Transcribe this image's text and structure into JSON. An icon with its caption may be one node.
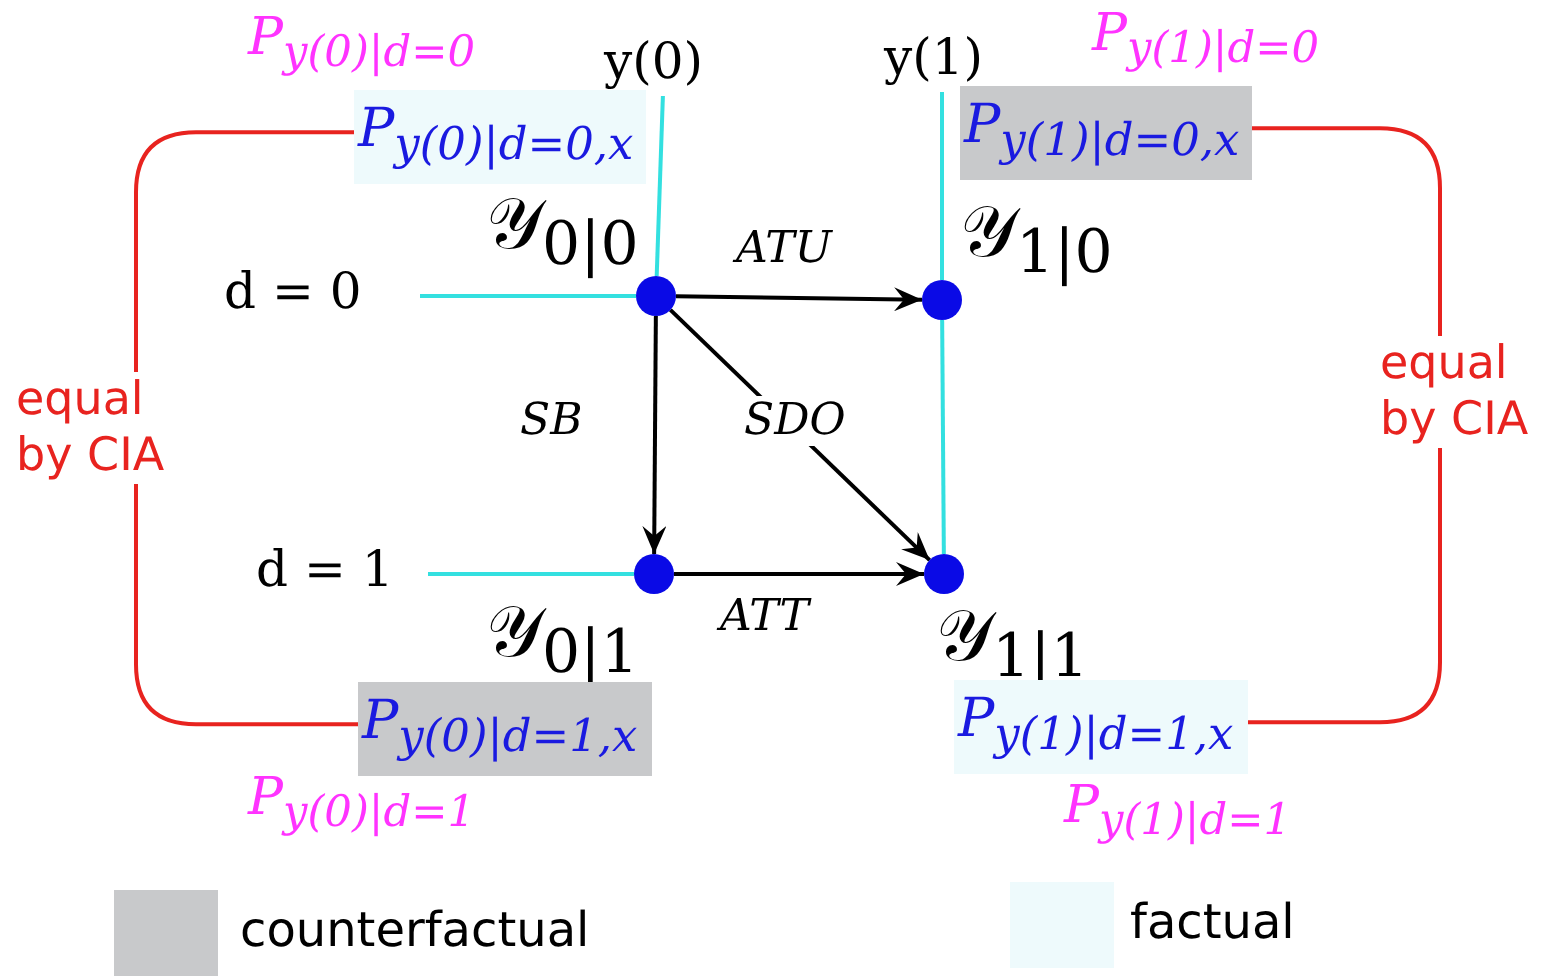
{
  "diagram": {
    "nodes": [
      {
        "text": [],
        "shape": "circle",
        "beside": [
          "𝒴$_{0|0}$"
        ]
      },
      {
        "text": [],
        "shape": "circle",
        "beside": [
          "𝒴$_{1|0}$"
        ]
      },
      {
        "text": [],
        "shape": "circle",
        "beside": [
          "𝒴$_{0|1}$"
        ]
      },
      {
        "text": [],
        "shape": "circle",
        "beside": [
          "𝒴$_{1|1}$"
        ]
      },
      {
        "text": [
          "P$_{y(0)|d=0,x}$"
        ]
      },
      {
        "text": [
          "P$_{y(1)|d=0,x}$"
        ]
      },
      {
        "text": [
          "P$_{y(0)|d=1,x}$"
        ]
      },
      {
        "text": [
          "P$_{y(1)|d=1,x}$"
        ]
      },
      {
        "text": [
          "y(0)"
        ]
      },
      {
        "text": [
          "y(1)"
        ]
      },
      {
        "text": [
          "d = 0"
        ]
      },
      {
        "text": [
          "d = 1"
        ]
      }
    ],
    "edges": [
      {
        "from": 0,
        "to": 1,
        "arrow": "to",
        "label": "ATU",
        "color": "#000000"
      },
      {
        "from": 0,
        "to": 2,
        "arrow": "to",
        "label": "SB",
        "color": "#000000"
      },
      {
        "from": 0,
        "to": 3,
        "arrow": "to",
        "label": "SDO",
        "color": "#000000"
      },
      {
        "from": 2,
        "to": 3,
        "arrow": "to",
        "label": "ATT",
        "color": "#000000"
      },
      {
        "from": 4,
        "to": 6,
        "arrow": "none",
        "label": "equal by CIA",
        "color": "#e8231f"
      },
      {
        "from": 5,
        "to": 7,
        "arrow": "none",
        "label": "equal by CIA",
        "color": "#e8231f"
      },
      {
        "from": 8,
        "to": 0,
        "arrow": "none",
        "color": "#33e0e0"
      },
      {
        "from": 9,
        "to": 1,
        "arrow": "none",
        "color": "#33e0e0"
      },
      {
        "from": 1,
        "to": 3,
        "arrow": "none",
        "color": "#33e0e0"
      },
      {
        "from": 10,
        "to": 0,
        "arrow": "none",
        "color": "#33e0e0"
      },
      {
        "from": 11,
        "to": 2,
        "arrow": "none",
        "color": "#33e0e0"
      }
    ],
    "labels": [
      "P$_{y(0)|d=0}$",
      "P$_{y(1)|d=0}$",
      "P$_{y(0)|d=1}$",
      "P$_{y(1)|d=1}$"
    ],
    "legend": [
      {
        "text": "counterfactual",
        "color": "#c8c9cb"
      },
      {
        "text": "factual",
        "color": "#eefafc"
      }
    ]
  }
}
